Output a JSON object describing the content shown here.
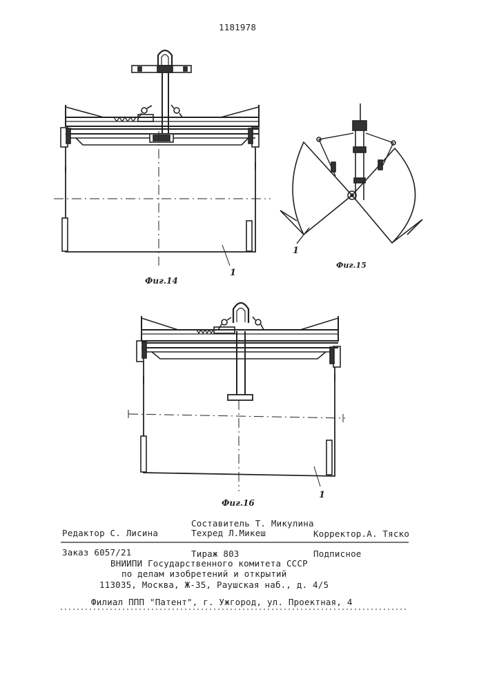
{
  "patent_number": "1181978",
  "figures": {
    "fig14": {
      "caption": "Фиг.14",
      "ref": "1"
    },
    "fig15": {
      "caption": "Фиг.15",
      "ref": "1"
    },
    "fig16": {
      "caption": "Фиг.16",
      "ref": "1"
    }
  },
  "colophon": {
    "editor": "Редактор С. Лисина",
    "compiler": "Составитель Т. Микулина",
    "techred": "Техред Л.Микеш",
    "corrector": "Корректор.А. Тяско",
    "order": "Заказ 6057/21",
    "circulation": "Тираж 803",
    "subscription": "Подписное",
    "org_line1": "ВНИИПИ Государственного комитета СССР",
    "org_line2": "по делам изобретений и открытий",
    "address": "113035, Москва, Ж-35, Раушская наб., д. 4/5",
    "branch": "Филиал ППП \"Патент\", г. Ужгород, ул. Проектная, 4"
  }
}
